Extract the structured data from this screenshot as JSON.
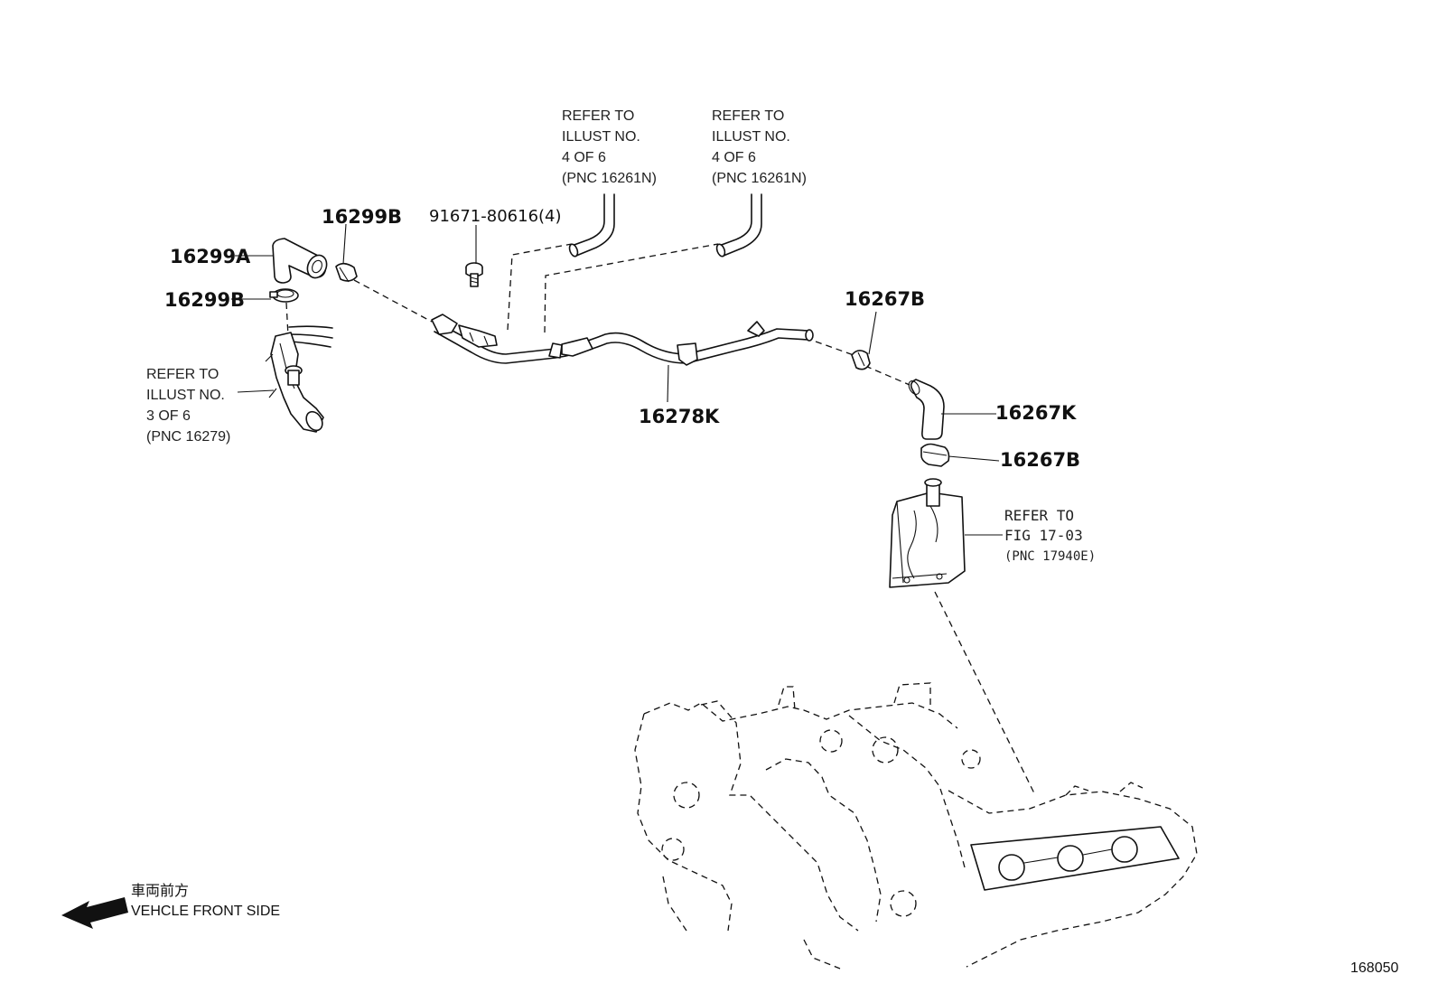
{
  "labels": {
    "p16299b_top": "16299B",
    "p16299a": "16299A",
    "p16299b_left": "16299B",
    "bolt": "91671-80616(4)",
    "p16278k": "16278K",
    "p16267b_top": "16267B",
    "p16267k": "16267K",
    "p16267b_bottom": "16267B"
  },
  "refs": {
    "illust4_a": [
      "REFER TO",
      "ILLUST NO.",
      "4 OF 6",
      "(PNC 16261N)"
    ],
    "illust4_b": [
      "REFER TO",
      "ILLUST NO.",
      "4 OF 6",
      "(PNC 16261N)"
    ],
    "illust3": [
      "REFER TO",
      "ILLUST NO.",
      "3 OF 6",
      "(PNC 16279)"
    ],
    "fig17": [
      "REFER TO",
      "FIG 17-03",
      "(PNC 17940E)"
    ]
  },
  "legend": {
    "japanese": "車両前方",
    "english": "VEHCLE FRONT SIDE"
  },
  "illustration_number": "168050"
}
